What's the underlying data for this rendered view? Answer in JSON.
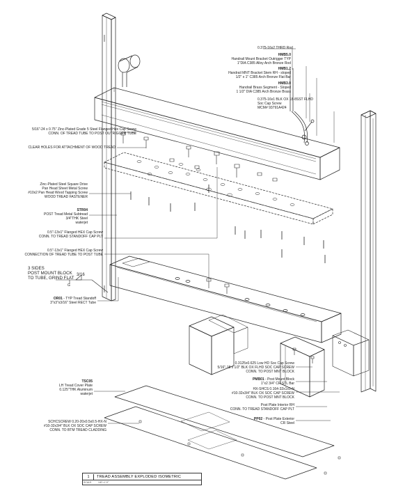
{
  "labels": {
    "thrd_rod": "0.375-16x2 THRD Rod",
    "hmb50_tag": "HMB5.0",
    "hmb50_l1": "Handrail Mount Bracket Outrigger TYP",
    "hmb50_l2": "1\"DIA C385 Alloy Arch Bronze Rod",
    "hmb12_tag": "HMB1.2",
    "hmb12_l1": "Handrail MNT Bracket Stem RH - sloped",
    "hmb12_l2": "1/2\" x 1\" C385 Arch Bronze Flat Bar",
    "hmb30_tag": "HMB3.0",
    "hmb30_l1": "Handrail Brass Segment - Sloped",
    "hmb30_l2": "1 1/2\" DIA C385 Arch Bronze Brass",
    "flhd_l1": "0.375-16x1 BLK OX 18-8SST FLHD",
    "flhd_l2": "Soc Cap Screw",
    "flhd_l3": "MCM# 93791A424",
    "hexcap_l1": "5/16\"-24 x 0.75\" Zinc-Plated Grade 5 Steel Flanged Hex Cap Screw",
    "hexcap_l2": "CONN. OF TREAD TUBE TO POST OUTRIGGER TUBE",
    "clear_holes": "CLEAR HOLES FOR ATTACHMENT OF WOOD TREAD",
    "zinc_l1": "Zinc-Plated Steel Square Drive",
    "zinc_l2": "Pan Head Sheet Metal Screw",
    "zinc_l3": "#10x2 Pan Head Wood Tapping Screw",
    "zinc_l4": "WOOD TREAD FASTENER",
    "str04_tag": "STR04",
    "str04_l1": "POST Tread Metal Subtread",
    "str04_l2": "3/4\"THK Steel",
    "str04_l3": "waterjet",
    "flg1_l1": "0.5\"-13x1\" Flanged HEX Cap Screw",
    "flg1_l2": "CONN. TO TREAD STANDOFF CAP PLT",
    "flg2_l1": "0.5\"-13x1\" Flanged HEX Cap Screw",
    "flg2_l2": "CONNECTION OF TREAD TUBE TO POST TUBE",
    "weld_l1": "3 SIDES",
    "weld_l2": "POST MOUNT BLOCK",
    "weld_l3": "TO TUBE, GRIND FLAT",
    "weld_size": "3/16",
    "weld_g": "G",
    "or01_tag": "OR01",
    "or01_l1": " - TYP Tread Standoff",
    "or01_l2": "3\"x3\"x3/16\" Steel RECT Tube",
    "lowhd_l1": "0.3125x0.625 Low HD Soc Cap Screw",
    "lowhd_l2": "5/16\"-18 x 1/2\" BLK OX FLHD SOC CAP SCREW",
    "lowhd_l3": "CONN. TO POST MNT BLOCK",
    "pmb01_tag": "PMB01",
    "pmb01_l1": " - Post Mount Block",
    "pmb01_l2": "1\"x2 3/4\" CR STL Bar",
    "shcs_l1": "HX-SHCS 0.164-32x1x1-N",
    "shcs_l2": "#10-32x3/4\" BLK OX SOC CAP SCREW",
    "shcs_l3": "CONN. TO POST MNT BLOCK",
    "ppi_l1": "Post Plate Interior RH",
    "ppi_l2": "CONN. TO TREAD STANDOFF CAP PLT",
    "pp02_tag": "PP02",
    "pp02_l1": " - Post Plate Exterior",
    "pp02_l2": "CR Steel",
    "tsc05_tag": "TSC05",
    "tsc05_l1": "LH Tread Cover Plate",
    "tsc05_l2": "0.125\"THK Aluminum",
    "tsc05_l3": "waterjet",
    "schc_l1": "SCHCSCREW 0.20-20x0.5x0.5-HX-N",
    "schc_l2": "#10-32x3/4\" BLK OX SOC CAP SCREW",
    "schc_l3": "CONN. TO BTM TREAD CLADDING"
  },
  "title_block": {
    "number": "1",
    "title": "TREAD ASSEMBLY EXPLODED ISOMETRIC",
    "scale_label": "SCALE",
    "scale_value": "1/8\"=1'-0\""
  }
}
